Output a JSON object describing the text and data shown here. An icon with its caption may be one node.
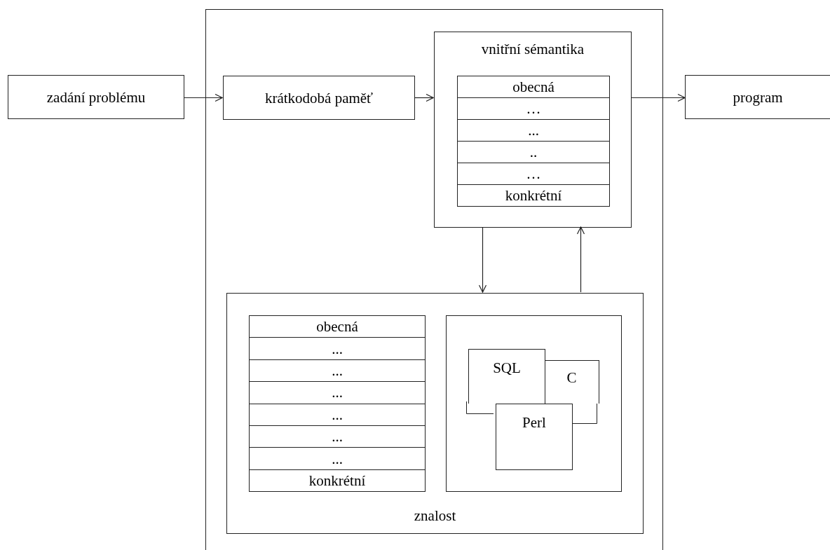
{
  "diagram": {
    "nodes": [
      {
        "text": [
          "zadání problému"
        ]
      },
      {
        "text": [],
        "shape": "box"
      },
      {
        "text": [
          "krátkodobá paměť"
        ],
        "in": 1
      },
      {
        "text": [
          "vnitřní sémantika"
        ],
        "in": 1
      },
      {
        "text": [
          "obecná"
        ],
        "in": 3
      },
      {
        "text": [
          "…"
        ],
        "in": 3
      },
      {
        "text": [
          "..."
        ],
        "in": 3
      },
      {
        "text": [
          ".."
        ],
        "in": 3
      },
      {
        "text": [
          "…"
        ],
        "in": 3
      },
      {
        "text": [
          "konkrétní"
        ],
        "in": 3
      },
      {
        "text": [
          "program"
        ]
      },
      {
        "text": [
          "znalost"
        ],
        "in": 1
      },
      {
        "text": [
          "obecná"
        ],
        "in": 11
      },
      {
        "text": [
          "..."
        ],
        "in": 11
      },
      {
        "text": [
          "..."
        ],
        "in": 11
      },
      {
        "text": [
          "..."
        ],
        "in": 11
      },
      {
        "text": [
          "..."
        ],
        "in": 11
      },
      {
        "text": [
          "..."
        ],
        "in": 11
      },
      {
        "text": [
          "..."
        ],
        "in": 11
      },
      {
        "text": [
          "konkrétní"
        ],
        "in": 11
      },
      {
        "text": [],
        "shape": "box",
        "in": 11
      },
      {
        "text": [
          "C"
        ],
        "in": 20
      },
      {
        "text": [
          "SQL"
        ],
        "in": 20
      },
      {
        "text": [
          "Perl"
        ],
        "in": 20
      }
    ],
    "edges": [
      {
        "from": 0,
        "to": 2,
        "arrow": "to"
      },
      {
        "from": 2,
        "to": 3,
        "arrow": "to"
      },
      {
        "from": 3,
        "to": 10,
        "arrow": "to"
      },
      {
        "from": 3,
        "to": 11,
        "arrow": "to"
      },
      {
        "from": 11,
        "to": 3,
        "arrow": "to"
      }
    ]
  }
}
